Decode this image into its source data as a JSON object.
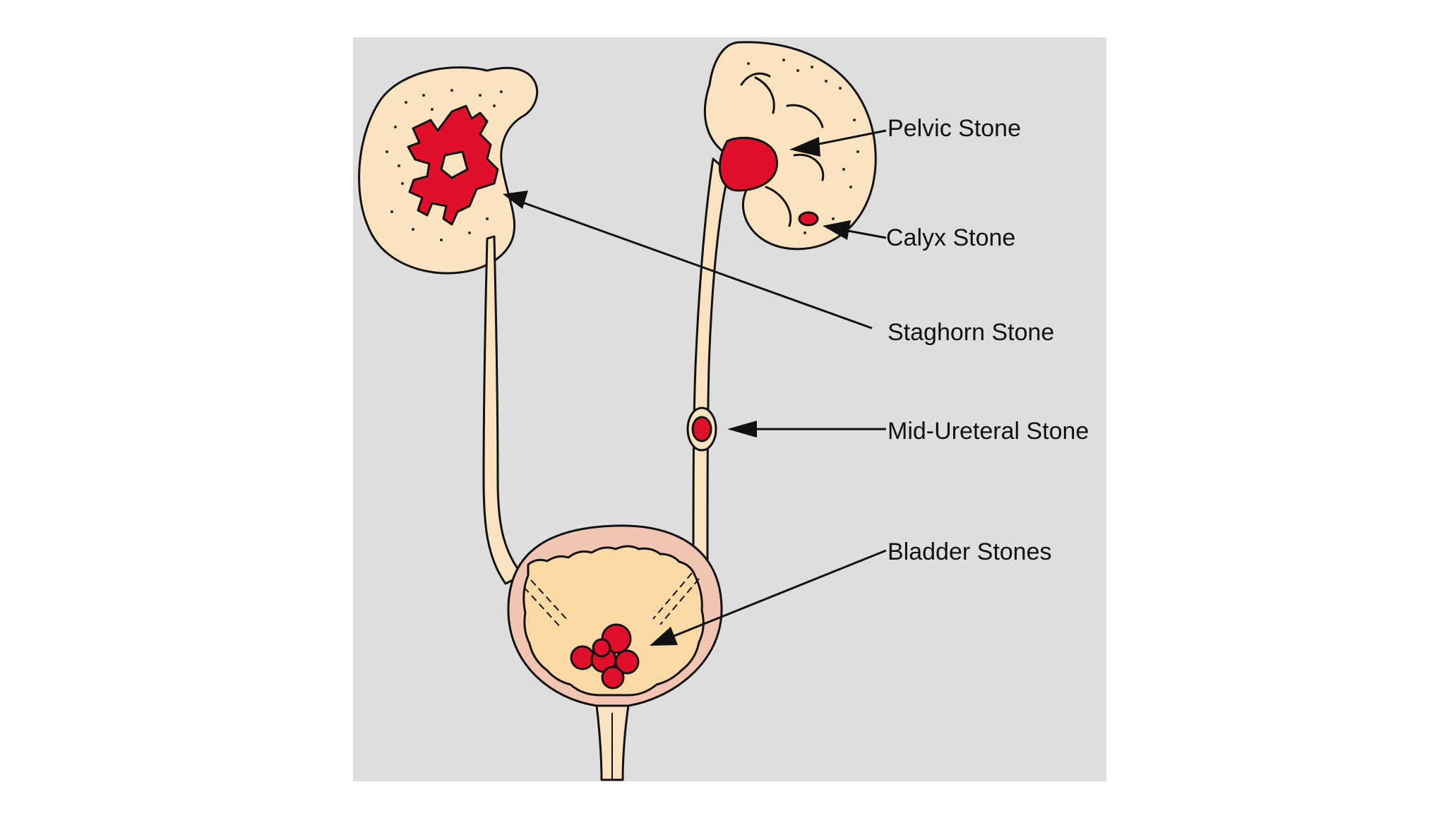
{
  "labels": {
    "pelvic": "Pelvic Stone",
    "calyx": "Calyx Stone",
    "staghorn": "Staghorn Stone",
    "mid_ureteral": "Mid-Ureteral Stone",
    "bladder": "Bladder Stones"
  },
  "colors": {
    "page": "#ffffff",
    "panel": "#dedede",
    "tissue": "#fce3bf",
    "bladder_wall": "#f2c4b2",
    "bladder_inner": "#fdd9a6",
    "stone": "#e0102a",
    "ink": "#111111"
  }
}
